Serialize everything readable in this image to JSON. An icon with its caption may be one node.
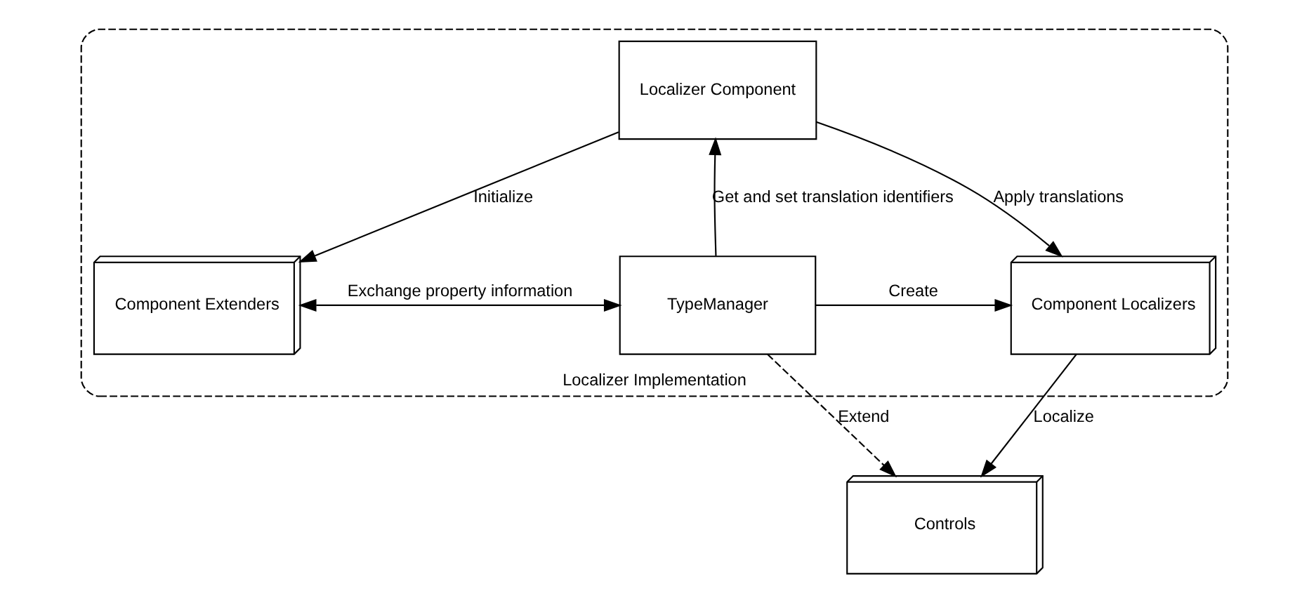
{
  "diagram": {
    "nodes": [
      {
        "text": [
          "Localizer Implementation"
        ]
      },
      {
        "text": [
          "Localizer Component"
        ],
        "in": 0
      },
      {
        "text": [
          "Component Extenders"
        ],
        "in": 0
      },
      {
        "text": [
          "Component Localizers"
        ],
        "in": 0
      },
      {
        "text": [
          "TypeManager"
        ],
        "in": 0
      },
      {
        "text": [
          "Controls"
        ]
      }
    ],
    "edges": [
      {
        "from": 1,
        "to": 2,
        "arrow": "to",
        "label": "Initialize"
      },
      {
        "from": 1,
        "to": 3,
        "arrow": "to",
        "label": "Apply translations"
      },
      {
        "from": 4,
        "to": 1,
        "arrow": "to",
        "label": "Get and set translation identifiers"
      },
      {
        "from": 2,
        "to": 4,
        "arrow": "both",
        "label": "Exchange property information"
      },
      {
        "from": 4,
        "to": 3,
        "arrow": "to",
        "label": "Create"
      },
      {
        "from": 4,
        "to": 5,
        "arrow": "to",
        "label": "Extend",
        "style": "dashed"
      },
      {
        "from": 3,
        "to": 5,
        "arrow": "to",
        "label": "Localize"
      }
    ]
  }
}
